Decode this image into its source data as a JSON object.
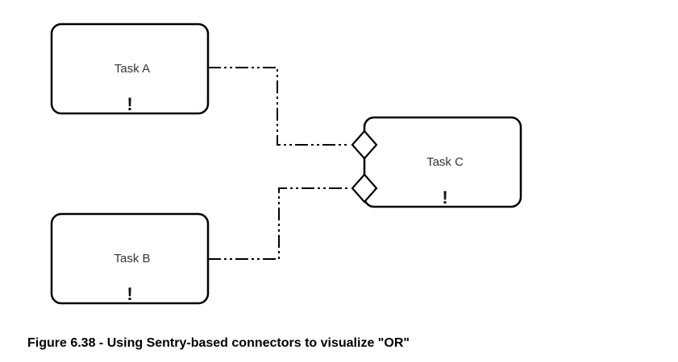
{
  "tasks": {
    "a": {
      "label": "Task A",
      "marker": "!"
    },
    "b": {
      "label": "Task B",
      "marker": "!"
    },
    "c": {
      "label": "Task C",
      "marker": "!"
    }
  },
  "caption": "Figure 6.38 - Using Sentry-based connectors to visualize \"OR\"",
  "colors": {
    "stroke": "#000000",
    "text": "#333333"
  }
}
